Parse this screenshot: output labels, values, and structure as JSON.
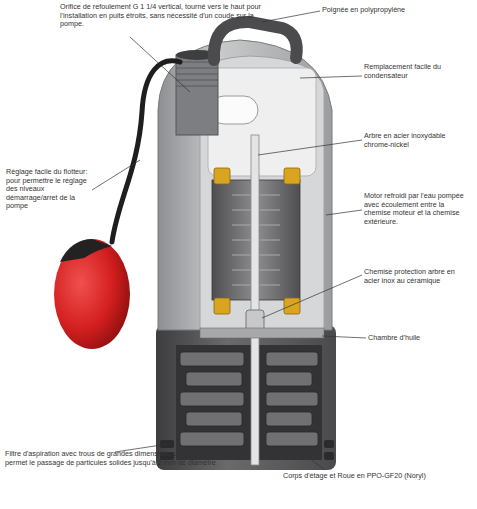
{
  "diagram": {
    "labels": [
      "Orifice de refoulement G 1 1/4 vertical, tourné vers le haut pour l'installation en puits étroits, sans nécessité d'un coude sur la pompe.",
      "Poignée en polypropylène",
      "Remplacement facile du condensateur",
      "Réglage facile du flotteur: pour permettre le réglage des niveaux démarrage/arret de la pompe",
      "Arbre en acier inoxydable chrome-nickel",
      "Motor refroidi par l'eau pompée avec écoulement entre la chemise moteur et la chemise extérieure.",
      "Chemise protection arbre en acier inox au céramique",
      "Chambre d'huile",
      "Filtre d'aspiration avec trous de grandes dimensions contre le bloquage elle permet le passage de particules solides jusqu'à 2 mm de diamètre",
      "Corps d'étage et Roue en PPO-GF20 (Noryl)"
    ]
  }
}
